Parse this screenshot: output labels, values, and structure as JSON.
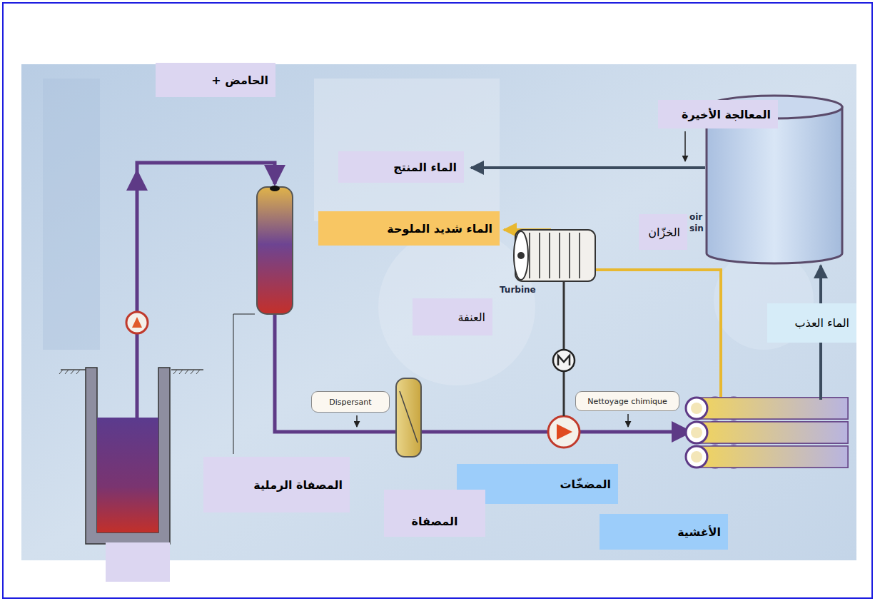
{
  "diagram": {
    "nodes": [
      {
        "text": [
          "+ الحامض"
        ]
      },
      {
        "text": [
          "المعالجة الأخيرة"
        ]
      },
      {
        "text": [
          "الماء المنتج"
        ]
      },
      {
        "text": [
          "الماء شديد الملوحة"
        ]
      },
      {
        "text": [
          "الخزّان"
        ]
      },
      {
        "text": [
          "العنفة"
        ]
      },
      {
        "text": [
          "الماء العذب"
        ]
      },
      {
        "text": [
          "Dispersant"
        ]
      },
      {
        "text": [
          "Nettoyage chimique"
        ]
      },
      {
        "text": [
          "المصفاة الرملية"
        ]
      },
      {
        "text": [
          "المضخّات"
        ]
      },
      {
        "text": [
          "المصفاة"
        ]
      },
      {
        "text": [
          "الأغشية"
        ]
      }
    ],
    "labels": [
      "Turbine",
      "oir",
      "sin"
    ]
  }
}
